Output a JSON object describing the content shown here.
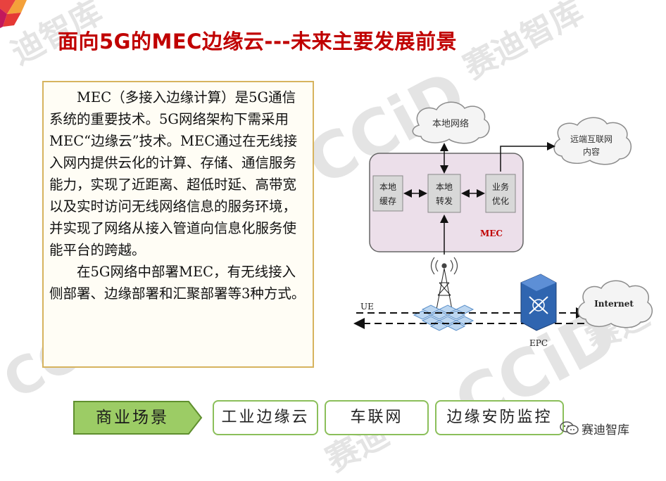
{
  "slide": {
    "title": "面向5G的MEC边缘云---未来主要发展前景"
  },
  "body_text": {
    "paragraph1": "MEC（多接入边缘计算）是5G通信系统的重要技术。5G网络架构下需采用MEC“边缘云”技术。MEC通过在无线接入网内提供云化的计算、存储、通信服务能力，实现了近距离、超低时延、高带宽以及实时访问无线网络信息的服务环境，并实现了网络从接入管道向信息化服务使能平台的跨越。",
    "paragraph2": "在5G网络中部署MEC，有无线接入侧部署、边缘部署和汇聚部署等3种方式。"
  },
  "diagram": {
    "local_network": "本地网络",
    "remote_internet_line1": "远端互联网",
    "remote_internet_line2": "内容",
    "local_cache_line1": "本地",
    "local_cache_line2": "缓存",
    "local_forward_line1": "本地",
    "local_forward_line2": "转发",
    "service_opt_line1": "业务",
    "service_opt_line2": "优化",
    "mec_label": "MEC",
    "ue_label": "UE",
    "epc_label": "EPC",
    "internet_label": "Internet",
    "colors": {
      "mec_box_fill": "#ecdfea",
      "cloud_stroke": "#8c8c8c",
      "mec_label": "#c00000"
    }
  },
  "nav": {
    "current": "商业场景",
    "items": [
      "工业边缘云",
      "车联网",
      "边缘安防监控"
    ],
    "colors": {
      "accent": "#8bbf5a",
      "current_fill": "#9ccc65"
    }
  },
  "brand": {
    "name": "赛迪智库",
    "icon": "wechat-icon"
  },
  "watermark_text": "赛迪智库",
  "watermark_logo": "CCiD",
  "colors": {
    "title": "#c00000",
    "textbox_border": "#d6b35e"
  }
}
